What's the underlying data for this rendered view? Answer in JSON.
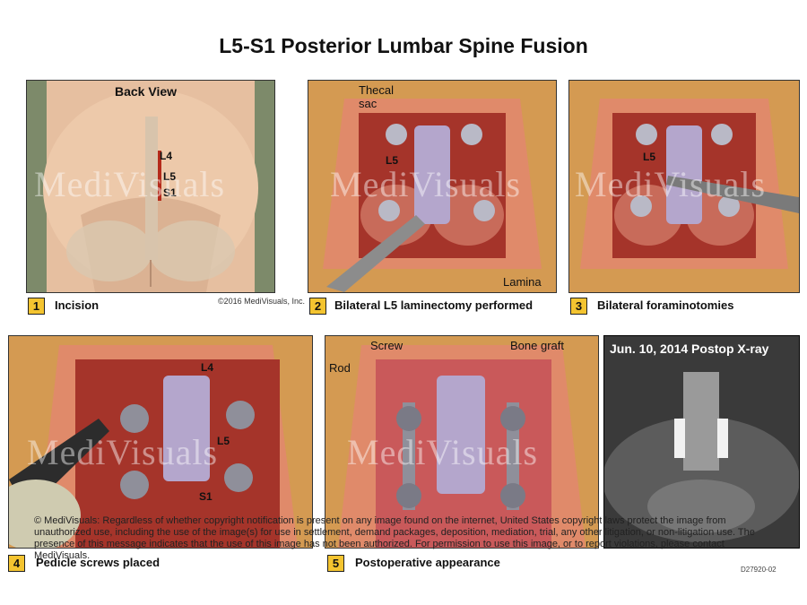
{
  "title": "L5-S1 Posterior Lumbar Spine Fusion",
  "watermark": "MediVisuals",
  "panels": [
    {
      "num": "1",
      "caption": "Incision"
    },
    {
      "num": "2",
      "caption": "Bilateral L5 laminectomy performed"
    },
    {
      "num": "3",
      "caption": "Bilateral foraminotomies"
    },
    {
      "num": "4",
      "caption": "Pedicle screws placed"
    },
    {
      "num": "5",
      "caption": "Postoperative appearance"
    }
  ],
  "panel1": {
    "view": "Back View",
    "l4": "L4",
    "l5": "L5",
    "s1": "S1",
    "copyright": "©2016 MediVisuals, Inc."
  },
  "panel2": {
    "thecal": "Thecal",
    "sac": "sac",
    "l5": "L5",
    "lamina": "Lamina"
  },
  "panel3": {
    "l5": "L5"
  },
  "panel4": {
    "l4": "L4",
    "l5": "L5",
    "s1": "S1"
  },
  "panel5": {
    "screw": "Screw",
    "rod": "Rod",
    "bone_graft": "Bone graft"
  },
  "xray": {
    "title": "Jun. 10, 2014 Postop X-ray"
  },
  "notice": "© MediVisuals: Regardless of whether copyright notification is present on any image found on the internet, United States copyright laws protect the image from unauthorized use, including the use of the image(s) for use in settlement, demand packages, deposition, mediation, trial, any other litigation, or non-litigation use. The presence of this message indicates that the use of this image has not been authorized.  For permission to use this image, or to report violations, please contact MediVisuals.",
  "code": "D27920-02",
  "colors": {
    "badge": "#f4c430",
    "skin": "#e8c4a0",
    "tissue": "#b83a2a",
    "dura": "#b4a6cc"
  }
}
